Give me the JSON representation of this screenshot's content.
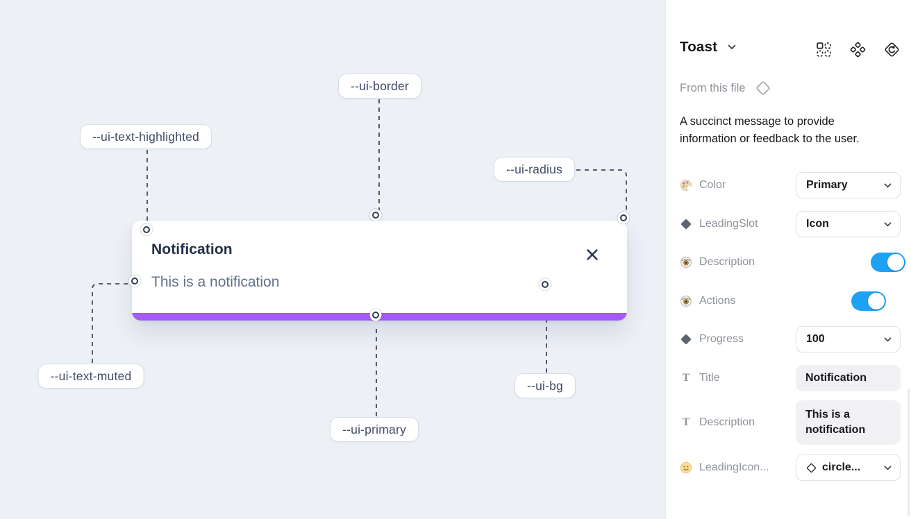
{
  "canvas": {
    "toast": {
      "title": "Notification",
      "description": "This is a notification"
    },
    "variable_labels": [
      {
        "name": "--ui-border"
      },
      {
        "name": "--ui-text-highlighted"
      },
      {
        "name": "--ui-radius"
      },
      {
        "name": "--ui-text-muted"
      },
      {
        "name": "--ui-primary"
      },
      {
        "name": "--ui-bg"
      }
    ],
    "colors": {
      "canvas_bg": "#edf0f5",
      "toast_bg": "#ffffff",
      "primary_bar": "#a35bf2",
      "connector": "#3d4961"
    }
  },
  "panel": {
    "title": "Toast",
    "header_icons": [
      "swap-grid-icon",
      "variants-icon",
      "instance-return-icon"
    ],
    "source_label": "From this file",
    "source_icon": "diamond-outline-icon",
    "description": "A succinct message to provide information or feedback to the user.",
    "toggle_color": "#1da2f5",
    "properties": [
      {
        "icon": "palette-icon",
        "label": "Color",
        "control": "select",
        "value": "Primary"
      },
      {
        "icon": "diamond-icon",
        "label": "LeadingSlot",
        "control": "select",
        "value": "Icon"
      },
      {
        "icon": "eye-icon",
        "label": "Description",
        "control": "toggle",
        "value": "on"
      },
      {
        "icon": "eye-icon",
        "label": "Actions",
        "control": "toggle",
        "value": "on"
      },
      {
        "icon": "diamond-icon",
        "label": "Progress",
        "control": "select",
        "value": "100"
      },
      {
        "icon": "text-icon",
        "label": "Title",
        "control": "text",
        "value": "Notification"
      },
      {
        "icon": "text-icon",
        "label": "Description",
        "control": "text",
        "value": "This is a notification"
      },
      {
        "icon": "smiley-icon",
        "label": "LeadingIcon...",
        "control": "select",
        "value": "circle...",
        "value_icon": "diamond-outline-icon"
      }
    ]
  }
}
